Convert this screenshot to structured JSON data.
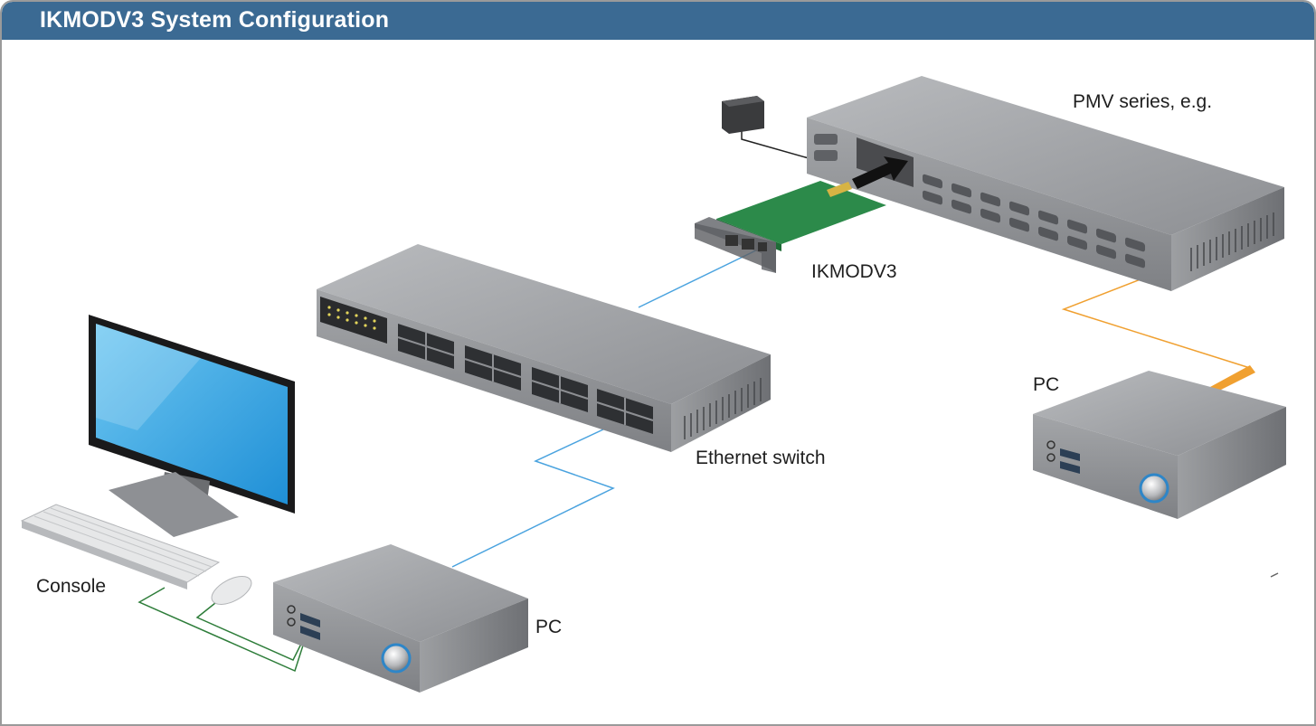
{
  "title": "IKMODV3 System Configuration",
  "labels": {
    "pmv": "PMV series, e.g.",
    "ikmodv3": "IKMODV3",
    "ethernet_switch": "Ethernet switch",
    "console": "Console",
    "pc_left": "PC",
    "pc_right": "PC"
  },
  "colors": {
    "title_bar": "#3b6a93",
    "ethernet_cable": "#4aa3df",
    "serial_cable": "#f0a030",
    "console_cable": "#2e7d3a",
    "device_gray": "#9a9ca0"
  }
}
